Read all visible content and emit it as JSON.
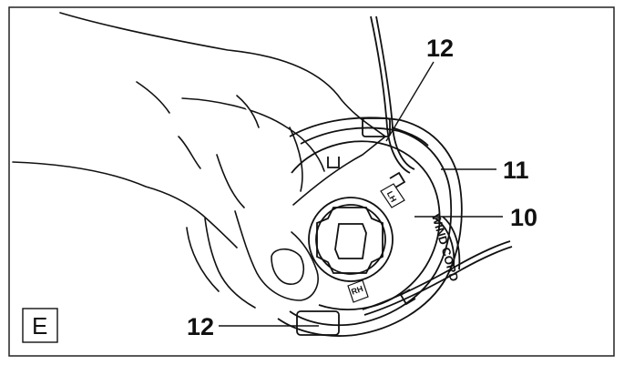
{
  "figure": {
    "panel_letter": "E",
    "callouts": {
      "top": "12",
      "bottom": "12",
      "ring": "11",
      "spool": "10"
    },
    "spool_text": {
      "wind_cord": "WIND CORD",
      "lh": "LH",
      "rh": "RH"
    }
  }
}
